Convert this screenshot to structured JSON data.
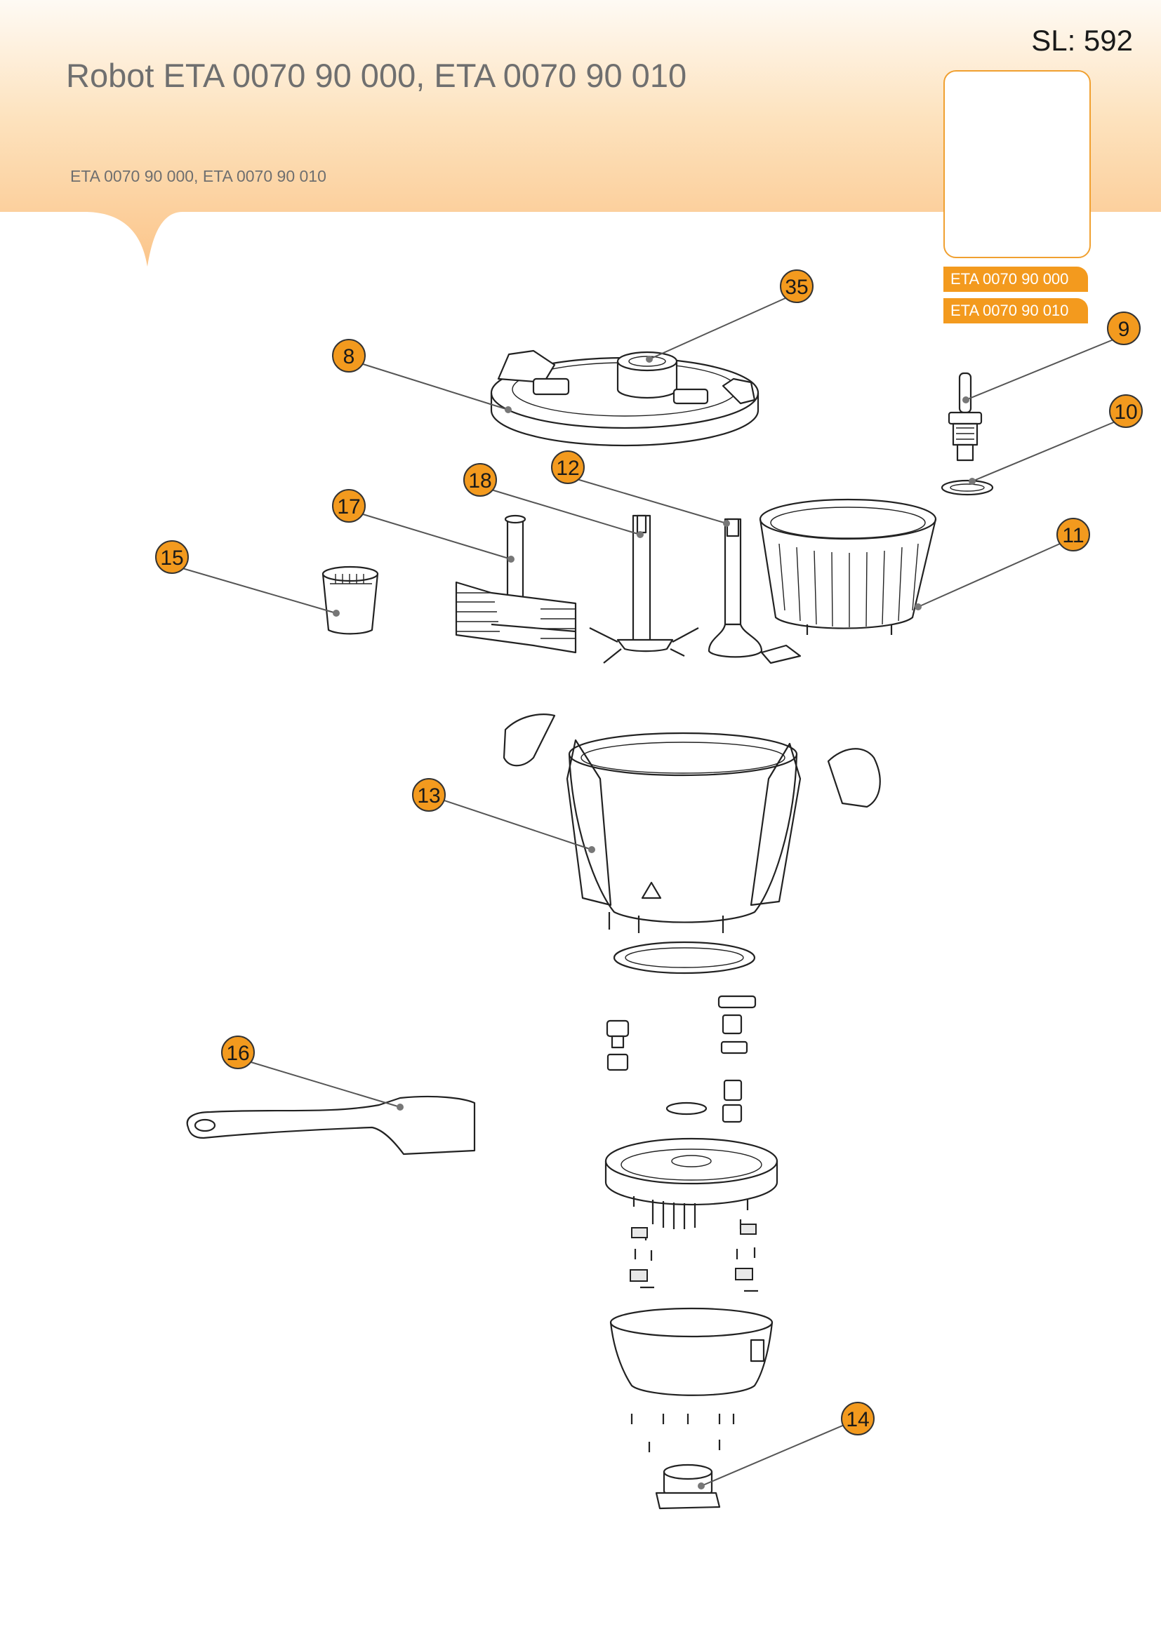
{
  "header": {
    "title": "Robot ETA 0070 90 000, ETA 0070 90 010",
    "subtitle": "ETA 0070 90 000, ETA 0070 90 010",
    "sheet_code": "SL: 592"
  },
  "variants": [
    "ETA 0070 90 000",
    "ETA 0070 90 010"
  ],
  "callouts": [
    {
      "id": "callout-35",
      "label": "35",
      "part": "lid-valve"
    },
    {
      "id": "callout-8",
      "label": "8",
      "part": "lid"
    },
    {
      "id": "callout-9",
      "label": "9",
      "part": "coupling-shaft"
    },
    {
      "id": "callout-10",
      "label": "10",
      "part": "sealing-ring"
    },
    {
      "id": "callout-12",
      "label": "12",
      "part": "stirring-shaft"
    },
    {
      "id": "callout-18",
      "label": "18",
      "part": "knife-shaft"
    },
    {
      "id": "callout-17",
      "label": "17",
      "part": "kneading-paddle"
    },
    {
      "id": "callout-11",
      "label": "11",
      "part": "steam-basket"
    },
    {
      "id": "callout-15",
      "label": "15",
      "part": "measuring-cup"
    },
    {
      "id": "callout-13",
      "label": "13",
      "part": "bowl"
    },
    {
      "id": "callout-16",
      "label": "16",
      "part": "spatula"
    },
    {
      "id": "callout-14",
      "label": "14",
      "part": "drive-coupling"
    }
  ],
  "colors": {
    "accent": "#f39a1e",
    "header_gradient_top": "#fdf3e6",
    "header_gradient_bottom": "#fbc990",
    "text_grey": "#6f6f6f"
  }
}
